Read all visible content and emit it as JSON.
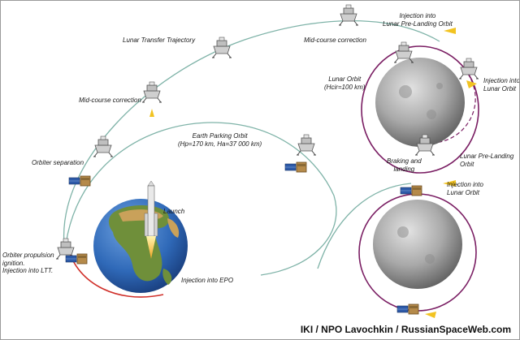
{
  "labels": {
    "mid_course_correction_top": "Mid-course correction",
    "injection_pre_landing_orbit": "Injection into\nLunar Pre-Landing Orbit",
    "lunar_transfer_trajectory": "Lunar Transfer Trajectory",
    "lunar_orbit": "Lunar Orbit\n(Hcir=100 km)",
    "injection_lunar_orbit_upper": "Injection into\nLunar Orbit",
    "mid_course_correction_left": "Mid-course correction",
    "earth_parking_orbit": "Earth Parking Orbit\n(Hp=170 km, Ha=37 000 km)",
    "orbiter_separation": "Orbiter separation",
    "lunar_pre_landing_orbit": "Lunar Pre-Landing\nOrbit",
    "braking_and_landing": "Braking and\nlanding",
    "injection_lunar_orbit_lower": "Injection into\nLunar Orbit",
    "launch": "Launch",
    "orbiter_propulsion": "Orbiter propulsion\nignition.\nInjection into LTT.",
    "injection_epo": "Injection into EPO"
  },
  "credit": "IKI / NPO Lavochkin / RussianSpaceWeb.com",
  "colors": {
    "trajectory": "#7fb3a8",
    "lunar_orbit": "#7a1e63",
    "launch_path": "#d0302a",
    "ocean": "#2f69b8",
    "land": "#6f8f3a",
    "desert": "#c9a15a",
    "moon": "#9a9a9a",
    "flame": "#f2c321"
  }
}
